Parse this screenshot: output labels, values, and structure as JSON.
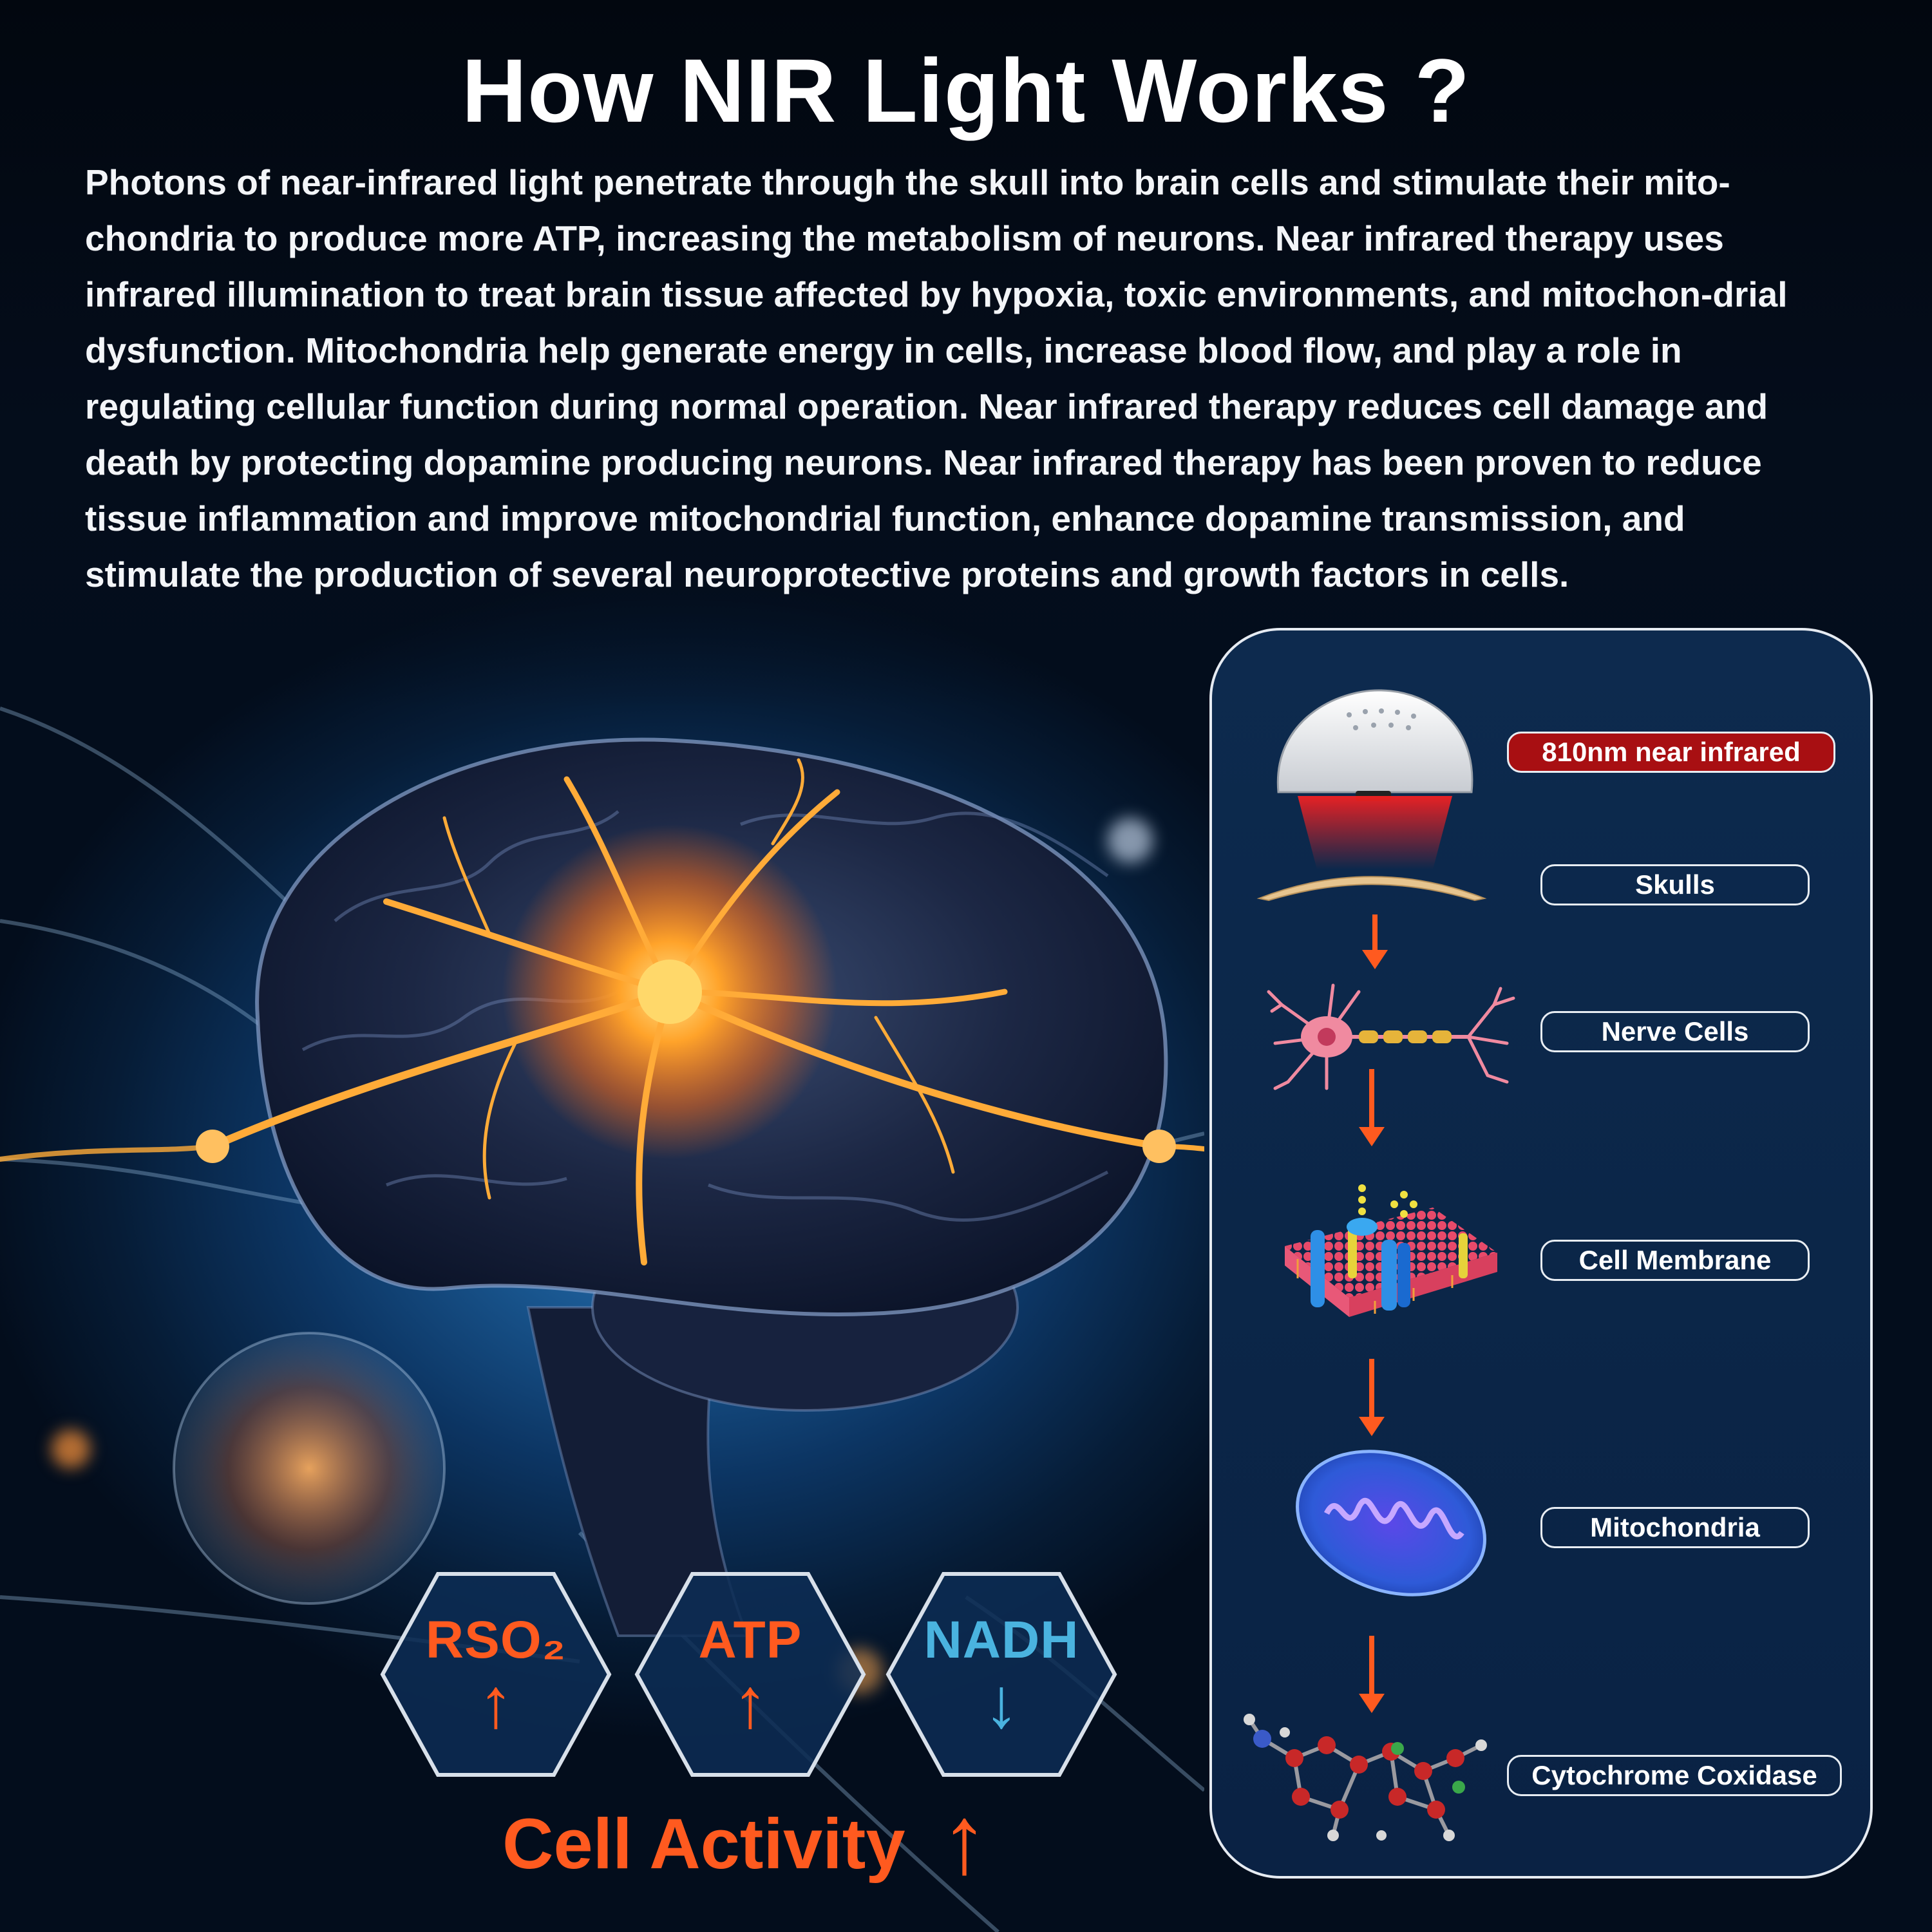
{
  "title": "How NIR Light Works ?",
  "intro": "Photons of near-infrared light penetrate through the skull into brain cells and stimulate their mito-chondria to produce more ATP, increasing the metabolism of neurons. Near infrared therapy uses infrared illumination to treat brain tissue affected by hypoxia, toxic environments, and mitochon-drial dysfunction. Mitochondria help generate energy in cells, increase blood flow, and play a role in regulating cellular function during normal operation. Near infrared therapy reduces cell damage and death by protecting dopamine producing neurons. Near infrared therapy has been proven to reduce tissue inflammation and improve mitochondrial function, enhance dopamine transmission, and stimulate the production of several neuroprotective proteins and growth factors in cells.",
  "indicators": [
    {
      "label": "RSO₂",
      "arrow": "↑",
      "color": "#ff5a1f"
    },
    {
      "label": "ATP",
      "arrow": "↑",
      "color": "#ff5a1f"
    },
    {
      "label": "NADH",
      "arrow": "↓",
      "color": "#4ab3df"
    }
  ],
  "cell_activity": {
    "label": "Cell Activity",
    "arrow": "↑"
  },
  "steps": [
    {
      "label": "810nm near infrared",
      "icon": "helmet-icon"
    },
    {
      "label": "Skulls",
      "icon": "skull-icon"
    },
    {
      "label": "Nerve Cells",
      "icon": "neuron-icon"
    },
    {
      "label": "Cell Membrane",
      "icon": "cell-membrane-icon"
    },
    {
      "label": "Mitochondria",
      "icon": "mitochondria-icon"
    },
    {
      "label": "Cytochrome Coxidase",
      "icon": "molecule-icon"
    }
  ],
  "colors": {
    "accent_orange": "#ff5a1f",
    "accent_cyan": "#4ab3df",
    "label_red": "#a80f12",
    "panel_bg": "#0b2648"
  }
}
